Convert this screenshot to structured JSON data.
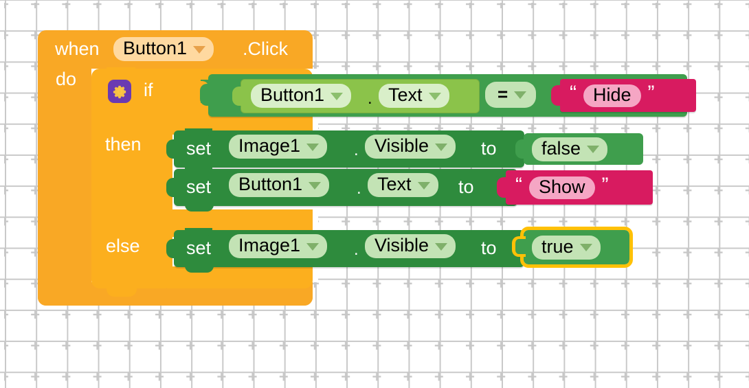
{
  "app": {
    "name": "MIT App Inventor Blocks Editor",
    "workspace_background": "#ffffff",
    "grid_color": "#c9c9c9"
  },
  "colors": {
    "event_block": "#f9a825",
    "control_block": "#fcaf1e",
    "statement_block": "#2e8b3d",
    "logic_block": "#3f9e4d",
    "getter_block": "#8bc34a",
    "text_block": "#d81b60",
    "text_field": "#f5a6c4",
    "selection_highlight": "#ffc107",
    "mutator_icon_bg": "#6a3ab2",
    "mutator_icon_fg": "#ffc940"
  },
  "blocks": {
    "event": {
      "name": "when-button1-click",
      "keyword": "when",
      "component": "Button1",
      "event": ".Click",
      "body_label": "do"
    },
    "control_if": {
      "name": "if-then-else",
      "mutator_icon": "gear-icon",
      "if_label": "if",
      "then_label": "then",
      "else_label": "else"
    },
    "condition": {
      "name": "comparison-equals",
      "left_component": "Button1",
      "dot": ".",
      "left_property": "Text",
      "operator": "=",
      "right_value": "Hide",
      "right_open_quote": "“",
      "right_close_quote": "”"
    },
    "then_statements": [
      {
        "name": "set-image1-visible-false",
        "keyword": "set",
        "component": "Image1",
        "dot": ".",
        "property": "Visible",
        "to_label": "to",
        "value": "false",
        "value_type": "logic"
      },
      {
        "name": "set-button1-text-show",
        "keyword": "set",
        "component": "Button1",
        "dot": ".",
        "property": "Text",
        "to_label": "to",
        "value": "Show",
        "value_type": "text",
        "open_quote": "“",
        "close_quote": "”"
      }
    ],
    "else_statements": [
      {
        "name": "set-image1-visible-true",
        "keyword": "set",
        "component": "Image1",
        "dot": ".",
        "property": "Visible",
        "to_label": "to",
        "value": "true",
        "value_type": "logic",
        "selected": true
      }
    ]
  }
}
